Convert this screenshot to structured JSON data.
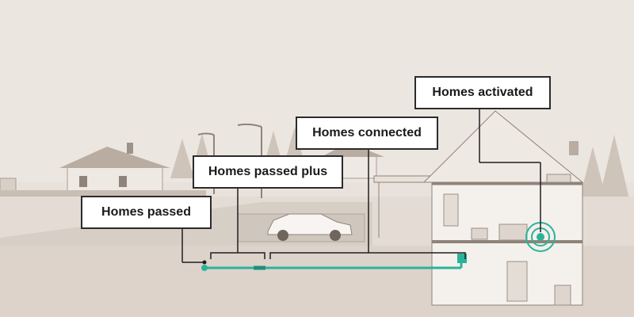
{
  "labels": {
    "homes_passed": "Homes passed",
    "homes_passed_plus": "Homes passed plus",
    "homes_connected": "Homes connected",
    "homes_activated": "Homes activated"
  },
  "colors": {
    "sky": "#ece6e1",
    "ground": "#ddd3cb",
    "fiber": "#2bb39a",
    "line": "#1f1f1f",
    "house_wall": "#f4f0ec"
  }
}
